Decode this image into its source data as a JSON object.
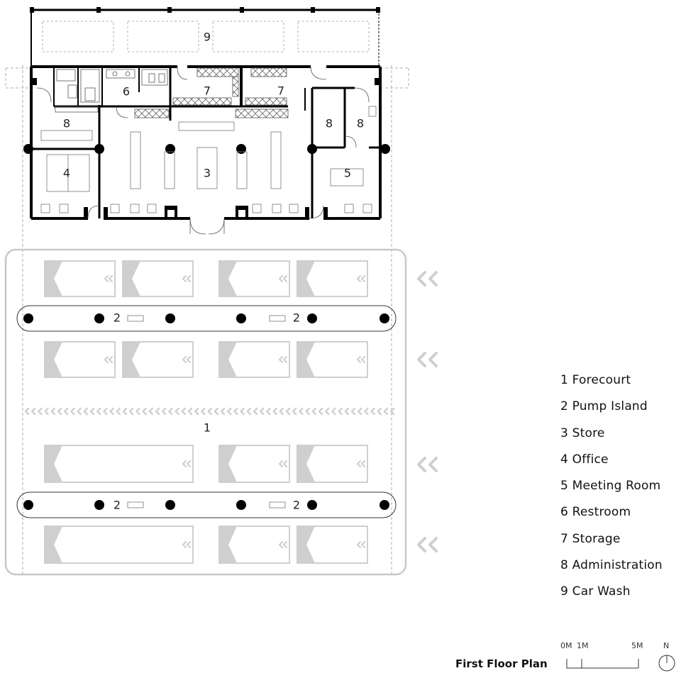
{
  "legend": [
    {
      "number": "1",
      "label": "Forecourt"
    },
    {
      "number": "2",
      "label": "Pump Island"
    },
    {
      "number": "3",
      "label": "Store"
    },
    {
      "number": "4",
      "label": "Office"
    },
    {
      "number": "5",
      "label": "Meeting Room"
    },
    {
      "number": "6",
      "label": "Restroom"
    },
    {
      "number": "7",
      "label": "Storage"
    },
    {
      "number": "8",
      "label": "Administration"
    },
    {
      "number": "9",
      "label": "Car Wash"
    }
  ],
  "plan_labels": {
    "car_wash": "9",
    "restroom": "6",
    "storage_a": "7",
    "storage_b": "7",
    "admin_left": "8",
    "admin_right_a": "8",
    "admin_right_b": "8",
    "office": "4",
    "store": "3",
    "meeting_room": "5",
    "forecourt": "1",
    "pump_top_left": "2",
    "pump_top_right": "2",
    "pump_bottom_left": "2",
    "pump_bottom_right": "2"
  },
  "title": "First Floor Plan",
  "scale": {
    "label_0": "0M",
    "label_1": "1M",
    "label_5": "5M"
  },
  "north": "N",
  "colors": {
    "wall": "#000000",
    "forecourt": "#c8c8c8",
    "marking": "#cfcfcf",
    "furniture": "#8a8a8a"
  }
}
